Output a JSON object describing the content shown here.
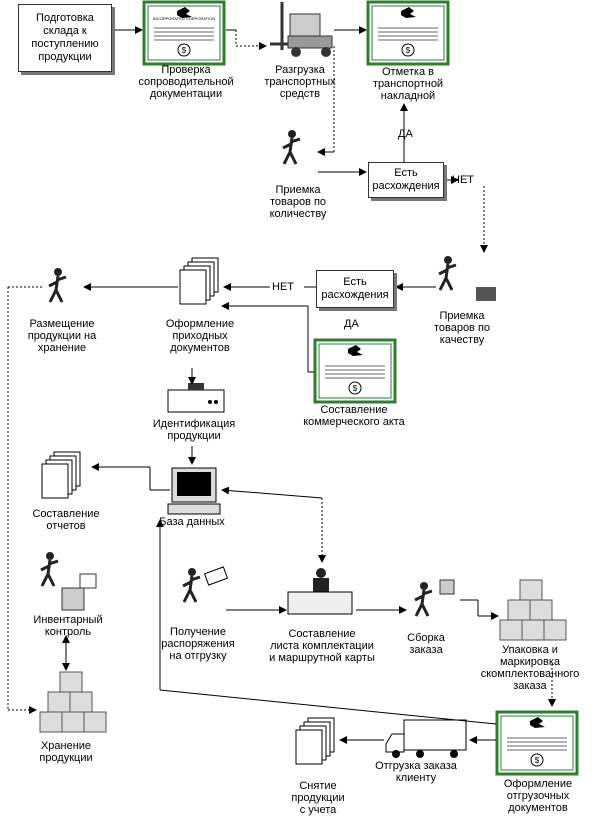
{
  "start_box": "Подготовка\nсклада к\nпоступлению\nпродукции",
  "docs_check": "Проверка\nсопроводительной\nдокументации",
  "unload": "Разгрузка\nтранспортных\nсредств",
  "waybill_mark": "Отметка в\nтранспортной\nнакладной",
  "accept_qty": "Приемка\nтоваров по\nколичеству",
  "diff1": "Есть\nрасхождения",
  "diff2": "Есть\nрасхождения",
  "yes1": "ДА",
  "no1": "НЕТ",
  "no2": "НЕТ",
  "yes2": "ДА",
  "accept_quality": "Приемка\nтоваров по\nкачеству",
  "place_storage": "Размещение\nпродукции на\nхранение",
  "incoming_docs": "Оформление\nприходных\nдокументов",
  "commercial_act": "Составление\nкоммерческого акта",
  "identify": "Идентификация\nпродукции",
  "reports": "Составление\nотчетов",
  "database": "База данных",
  "inventory": "Инвентарный\nконтроль",
  "receive_order": "Получение\nраспоряжения\nна отгрузку",
  "picking_list": "Составление\nлиста комплектации\nи маршрутной карты",
  "assemble": "Сборка\nзаказа",
  "packing": "Упаковка и маркировка\nскомплектованного\nзаказа",
  "storage": "Хранение\nпродукции",
  "shipping_docs": "Оформление\nотгрузочных\nдокументов",
  "ship_client": "Отгрузка заказа\nклиенту",
  "writeoff": "Снятие\nпродукции\nс учета",
  "cert_title": "INCORPORATED CORPORATION"
}
